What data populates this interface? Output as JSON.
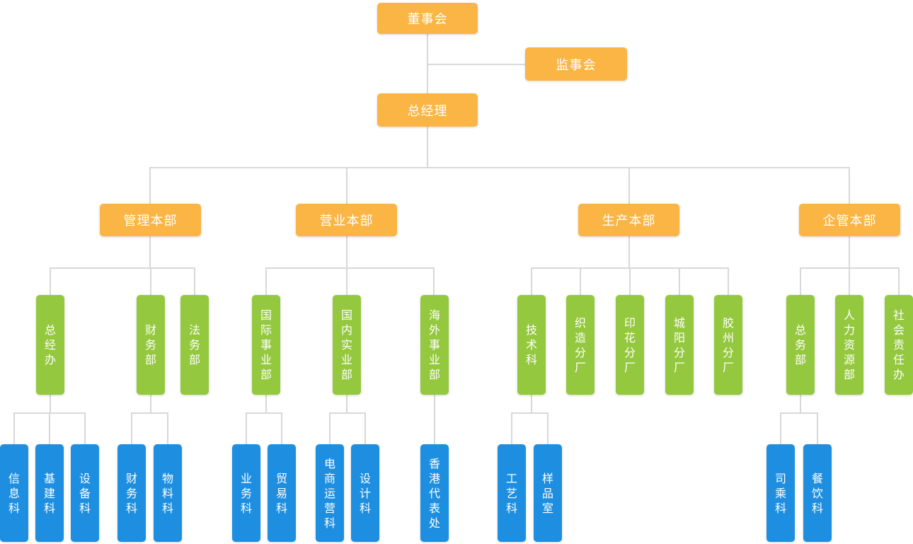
{
  "colors": {
    "node_orange": "#FAB545",
    "node_green": "#94C83E",
    "node_blue": "#1E8FE0",
    "connector_gray": "#D8D8D8",
    "text_white": "#FFFFFF"
  },
  "org": {
    "board": {
      "label": "董事会"
    },
    "supervisory": {
      "label": "监事会"
    },
    "general_manager": {
      "label": "总经理"
    },
    "divisions": [
      {
        "label": "管理本部",
        "departments": [
          {
            "label": "总经办",
            "sections": [
              {
                "label": "信息科"
              },
              {
                "label": "基建科"
              },
              {
                "label": "设备科"
              }
            ]
          },
          {
            "label": "财务部",
            "sections": [
              {
                "label": "财务科"
              },
              {
                "label": "物料科"
              }
            ]
          },
          {
            "label": "法务部",
            "sections": []
          }
        ]
      },
      {
        "label": "营业本部",
        "departments": [
          {
            "label": "国际事业部",
            "sections": [
              {
                "label": "业务科"
              },
              {
                "label": "贸易科"
              }
            ]
          },
          {
            "label": "国内实业部",
            "sections": [
              {
                "label": "电商运营科"
              },
              {
                "label": "设计科"
              }
            ]
          },
          {
            "label": "海外事业部",
            "sections": [
              {
                "label": "香港代表处"
              }
            ]
          }
        ]
      },
      {
        "label": "生产本部",
        "departments": [
          {
            "label": "技术科",
            "sections": [
              {
                "label": "工艺科"
              },
              {
                "label": "样品室"
              }
            ]
          },
          {
            "label": "织造分厂",
            "sections": []
          },
          {
            "label": "印花分厂",
            "sections": []
          },
          {
            "label": "城阳分厂",
            "sections": []
          },
          {
            "label": "胶州分厂",
            "sections": []
          }
        ]
      },
      {
        "label": "企管本部",
        "departments": [
          {
            "label": "总务部",
            "sections": [
              {
                "label": "司乘科"
              },
              {
                "label": "餐饮科"
              }
            ]
          },
          {
            "label": "人力资源部",
            "sections": []
          },
          {
            "label": "社会责任办",
            "sections": []
          }
        ]
      }
    ]
  }
}
